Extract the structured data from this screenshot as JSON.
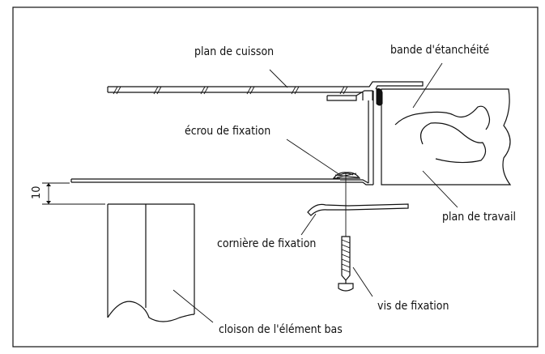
{
  "labels": {
    "cooktop": "plan de cuisson",
    "seal_strip": "bande d'étanchéité",
    "fixing_nut": "écrou de fixation",
    "worktop": "plan de travail",
    "fixing_bracket": "cornière de fixation",
    "fixing_screw": "vis de fixation",
    "base_unit_panel": "cloison de l'élément bas"
  },
  "dimension": {
    "value": "10"
  }
}
